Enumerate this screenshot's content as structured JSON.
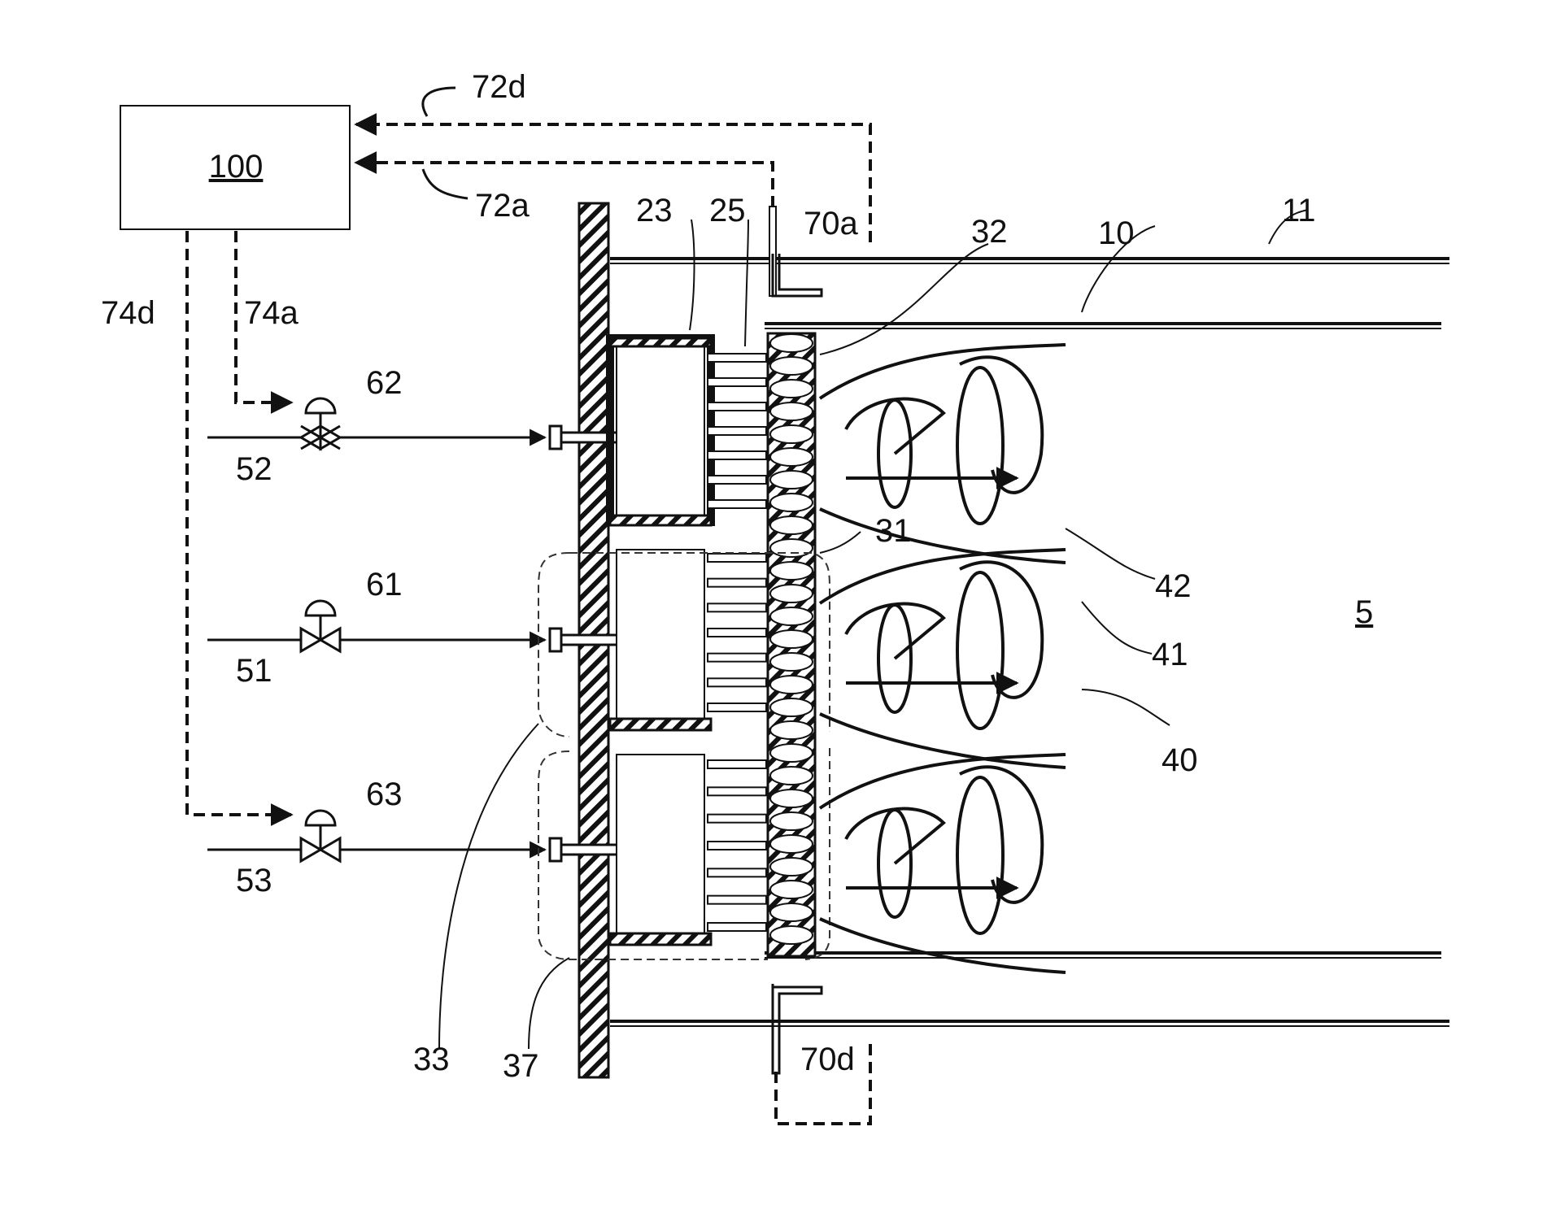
{
  "labels": {
    "controller": "100",
    "combustion_chamber": "5",
    "l10": "10",
    "l11": "11",
    "l23": "23",
    "l25": "25",
    "l31": "31",
    "l32": "32",
    "l33": "33",
    "l37": "37",
    "l40": "40",
    "l41": "41",
    "l42": "42",
    "l51": "51",
    "l52": "52",
    "l53": "53",
    "l61": "61",
    "l62": "62",
    "l63": "63",
    "l70a": "70a",
    "l70d": "70d",
    "l72a": "72a",
    "l72d": "72d",
    "l74a": "74a",
    "l74d": "74d"
  }
}
